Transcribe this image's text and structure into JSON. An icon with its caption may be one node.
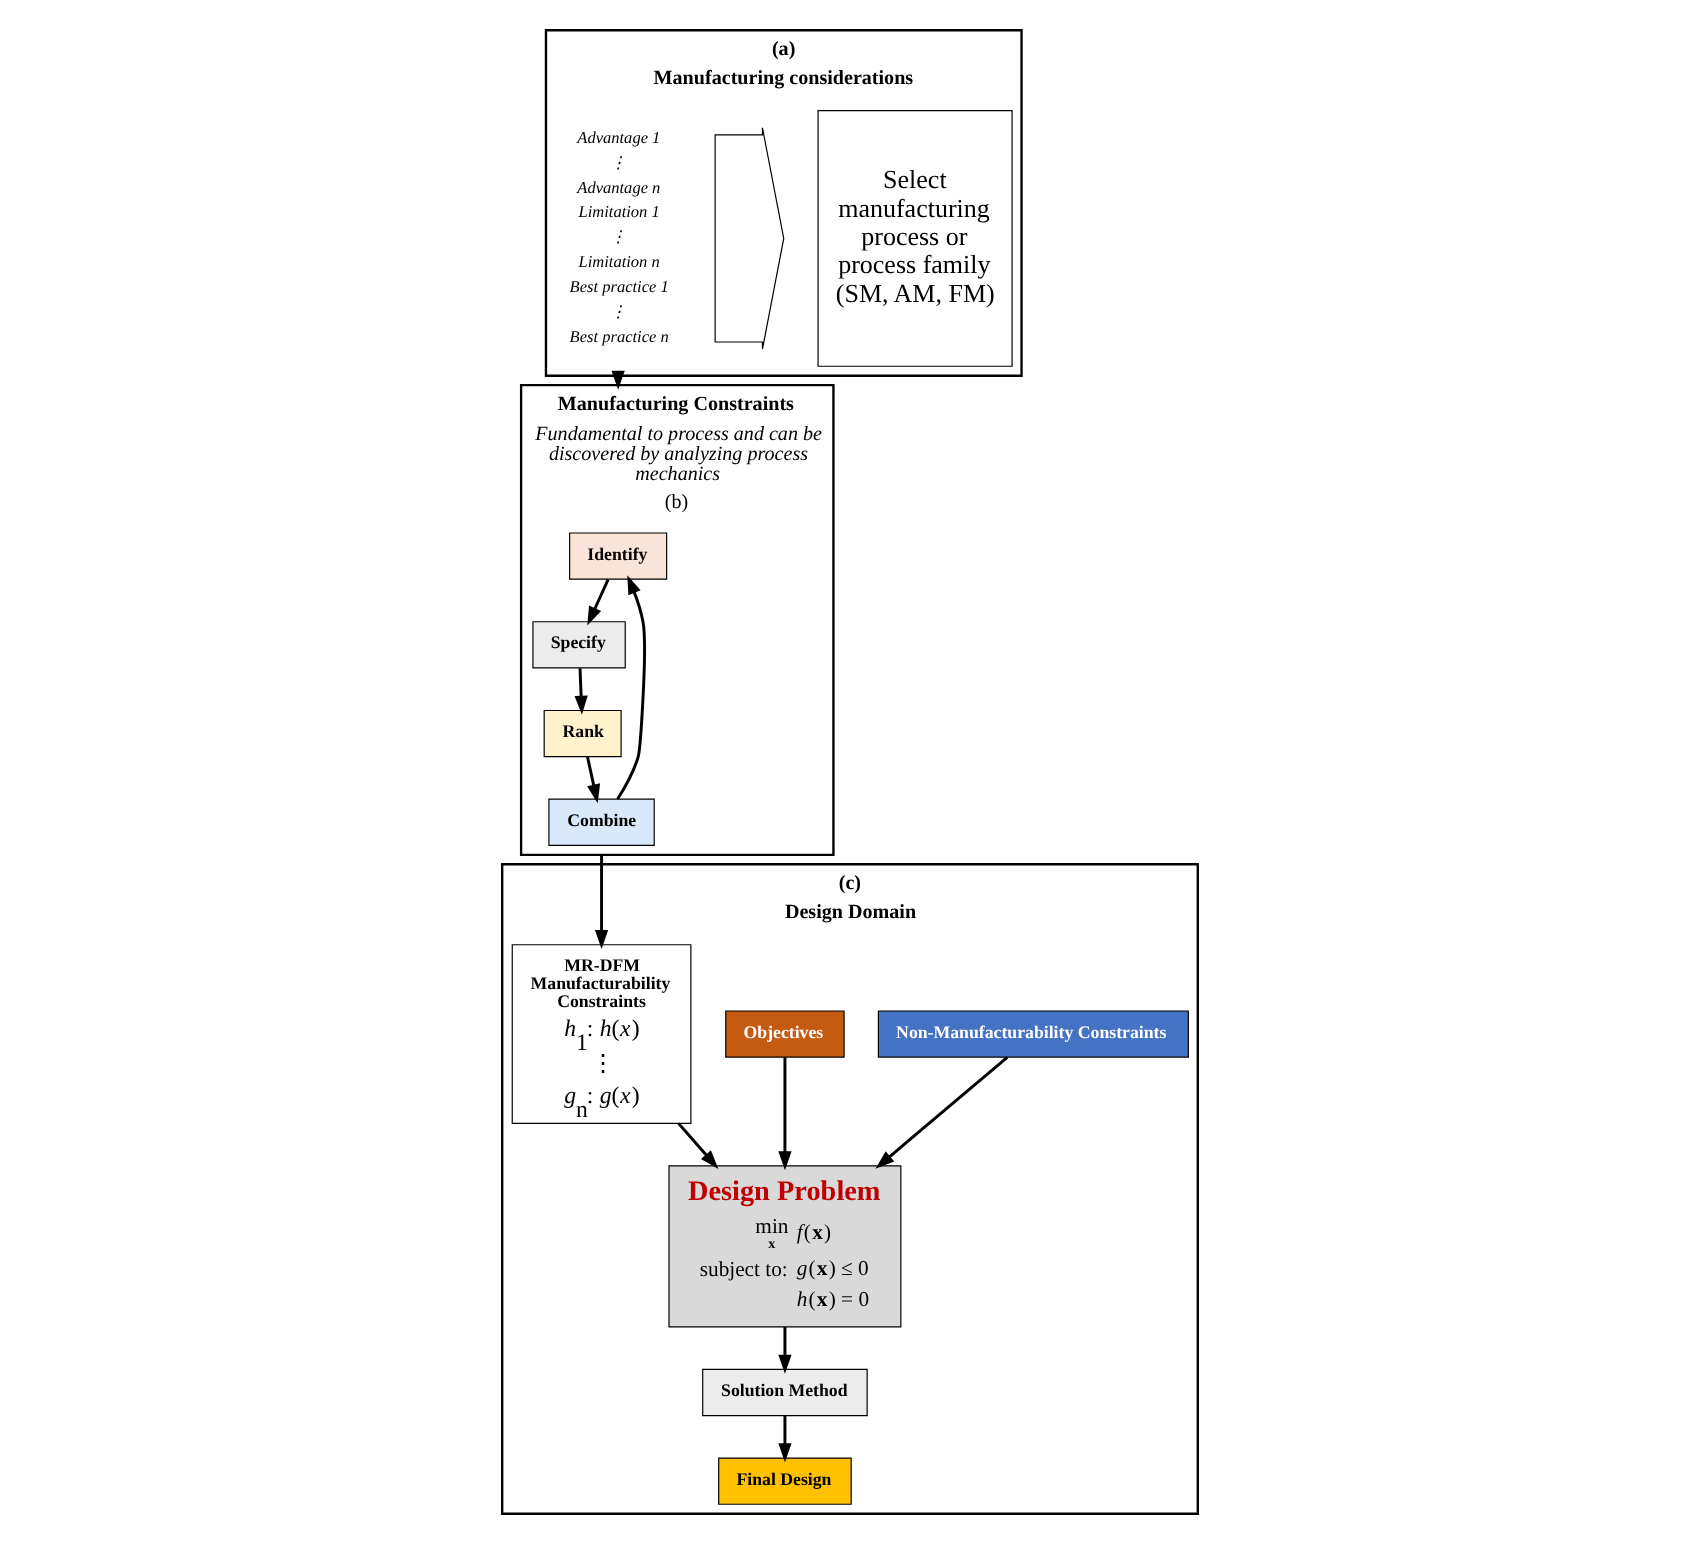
{
  "diagram": {
    "nodes": [
      {
        "text": [
          "(a)",
          "Manufacturing considerations"
        ]
      },
      {
        "text": [
          "Select manufacturing process or process family (SM, AM, FM)"
        ],
        "in": 0
      },
      {
        "text": [],
        "shape": "chevron",
        "in": 0
      },
      {
        "text": [
          "Advantage 1",
          "⋮",
          "Advantage n",
          "Limitation 1",
          "⋮",
          "Limitation n",
          "Best practice 1",
          "⋮",
          "Best practice n"
        ],
        "in": 0
      },
      {
        "text": [
          "Manufacturing Constraints",
          "Fundamental to process and can be discovered by analyzing process mechanics",
          "(b)"
        ]
      },
      {
        "text": [
          "Identify"
        ],
        "in": 4
      },
      {
        "text": [
          "Specify"
        ],
        "in": 4
      },
      {
        "text": [
          "Rank"
        ],
        "in": 4
      },
      {
        "text": [
          "Combine"
        ],
        "in": 4
      },
      {
        "text": [
          "(c)",
          "Design Domain"
        ]
      },
      {
        "text": [
          "Non-Manufacturability Constraints"
        ],
        "in": 9
      },
      {
        "text": [
          "Objectives"
        ],
        "in": 9
      },
      {
        "text": [
          "MR-DFM Manufacturability Constraints",
          "*h*$_{1}$: *h*(*x*)",
          "⋮",
          "*g*$_{n}$: *g*(*x*)"
        ],
        "in": 9
      },
      {
        "text": [
          "Solution Method"
        ],
        "in": 9
      },
      {
        "text": [
          "Design Problem",
          "min",
          "x",
          "*f*(**x**)",
          "subject to:",
          "*g*(**x**) ≤ 0",
          "*h*(**x**) = 0"
        ],
        "in": 9
      },
      {
        "text": [
          "Final Design"
        ],
        "in": 9
      }
    ],
    "edges": [
      {
        "from": 0,
        "to": 4,
        "arrow": "to"
      },
      {
        "from": 5,
        "to": 6,
        "arrow": "to"
      },
      {
        "from": 6,
        "to": 7,
        "arrow": "to"
      },
      {
        "from": 7,
        "to": 8,
        "arrow": "to"
      },
      {
        "from": 8,
        "to": 5,
        "arrow": "to"
      },
      {
        "from": 4,
        "to": 12,
        "arrow": "to"
      },
      {
        "from": 10,
        "to": 14,
        "arrow": "to"
      },
      {
        "from": 11,
        "to": 14,
        "arrow": "to"
      },
      {
        "from": 12,
        "to": 14,
        "arrow": "to"
      },
      {
        "from": 14,
        "to": 13,
        "arrow": "to"
      },
      {
        "from": 13,
        "to": 15,
        "arrow": "to"
      }
    ]
  }
}
